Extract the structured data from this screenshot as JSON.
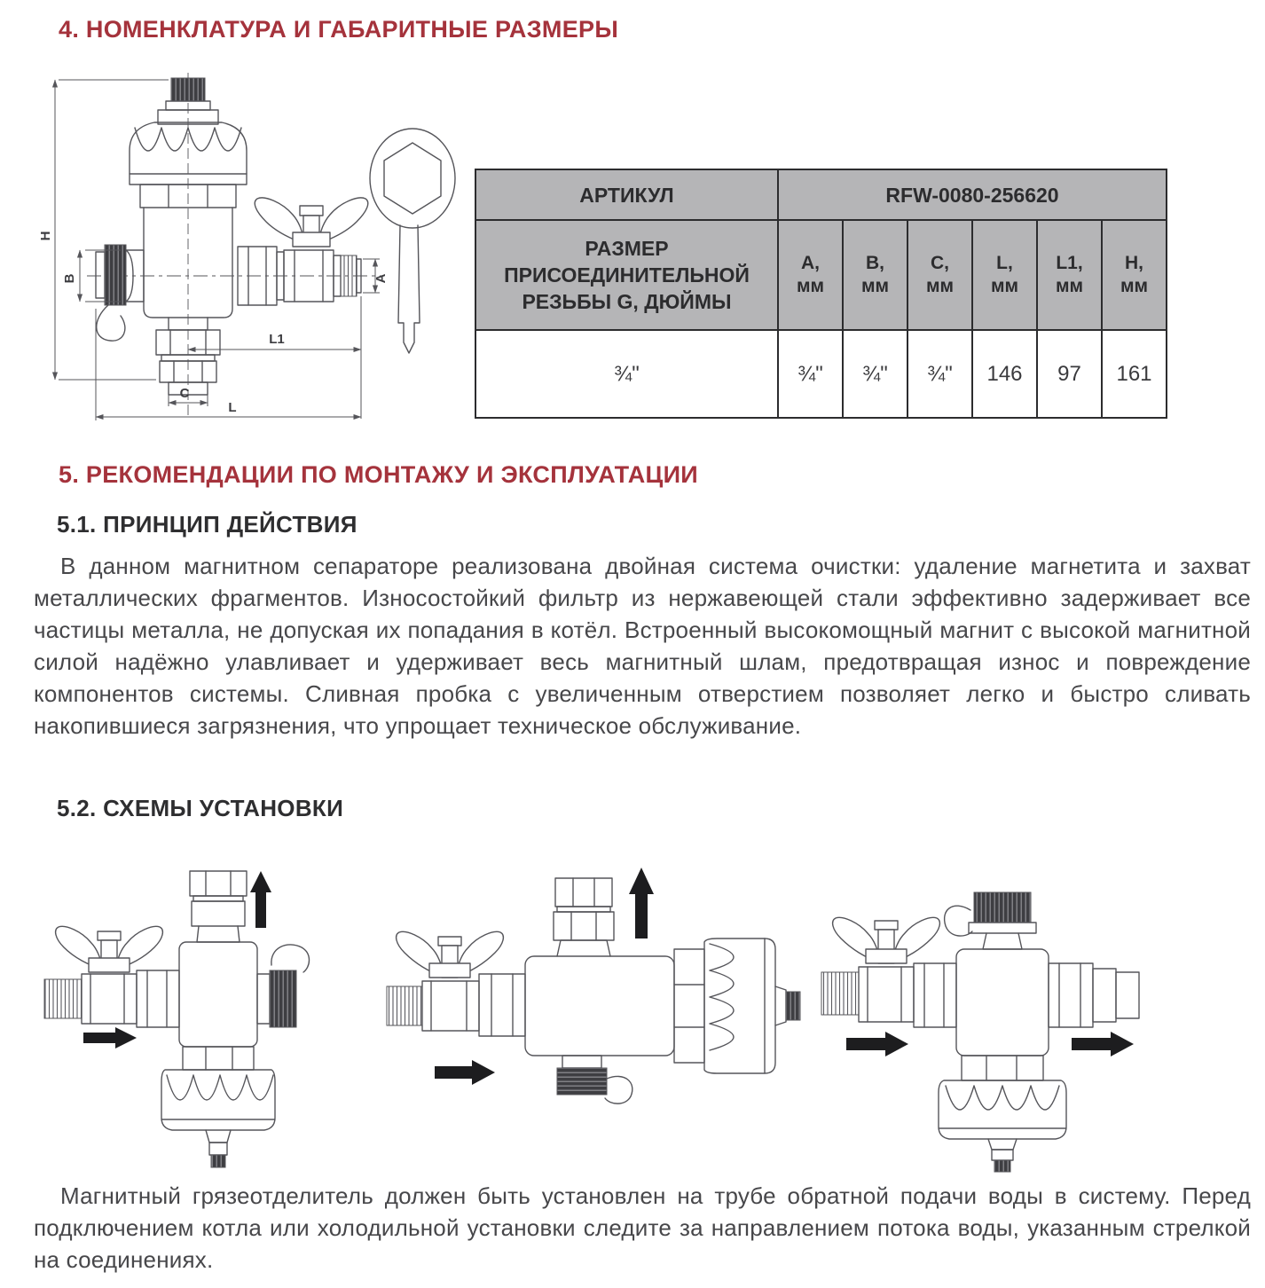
{
  "page": {
    "accent_color": "#A5333C",
    "heading_color": "#2E2E30",
    "body_text_color": "#47474A",
    "table_header_bg": "#B5B5B7",
    "drawing_line_color": "#55555A"
  },
  "section4": {
    "title": "4. НОМЕНКЛАТУРА И ГАБАРИТНЫЕ РАЗМЕРЫ",
    "drawing": {
      "dim_h": "H",
      "dim_b": "B",
      "dim_a": "A",
      "dim_l1": "L1",
      "dim_c": "C",
      "dim_l": "L"
    },
    "table": {
      "artikul_label": "АРТИКУЛ",
      "artikul_value": "RFW-0080-256620",
      "size_label": "РАЗМЕР ПРИСОЕДИНИТЕЛЬНОЙ РЕЗЬБЫ G, ДЮЙМЫ",
      "units": [
        "A,\nмм",
        "B,\nмм",
        "C,\nмм",
        "L,\nмм",
        "L1,\nмм",
        "H,\nмм"
      ],
      "size_value": "¾\"",
      "values": [
        "¾\"",
        "¾\"",
        "¾\"",
        "146",
        "97",
        "161"
      ]
    }
  },
  "section5": {
    "title": "5. РЕКОМЕНДАЦИИ ПО МОНТАЖУ И ЭКСПЛУАТАЦИИ",
    "s51_title": "5.1. ПРИНЦИП ДЕЙСТВИЯ",
    "s51_text": "В данном магнитном сепараторе реализована двойная система очистки: удаление магнетита и захват металлических фрагментов. Износостойкий фильтр из нержавеющей стали эффективно задерживает все частицы металла, не допуская их попадания в котёл. Встроенный высокомощный магнит с высокой магнитной силой надёжно улавливает и удерживает весь магнитный шлам, предотвращая износ и повреждение компонентов системы. Сливная пробка с увеличенным отверстием позволяет легко и быстро сливать накопившиеся загрязнения, что упрощает техническое обслуживание.",
    "s52_title": "5.2. СХЕМЫ УСТАНОВКИ",
    "closing_text": "Магнитный грязеотделитель должен быть установлен на трубе обратной подачи воды в систему. Перед подключением котла или холодильной установки следите за направлением потока воды, указанным стрелкой на соединениях."
  }
}
